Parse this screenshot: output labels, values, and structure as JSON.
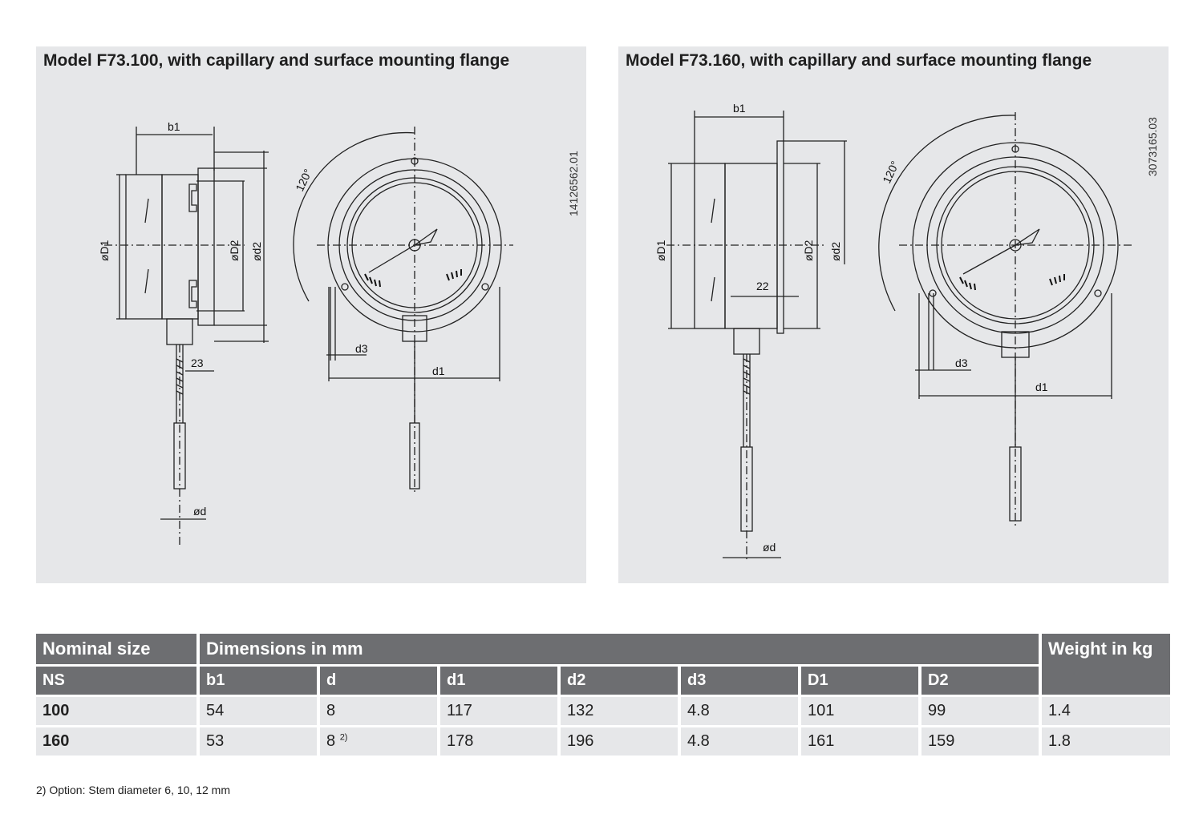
{
  "left_panel": {
    "title": "Model F73.100, with capillary and surface mounting flange",
    "drawing_code": "14126562.01",
    "labels": {
      "b1": "b1",
      "D1": "øD1",
      "D2": "øD2",
      "d2": "ød2",
      "dim_23": "23",
      "d3": "d3",
      "d1": "d1",
      "d": "ød",
      "angle": "120°"
    }
  },
  "right_panel": {
    "title": "Model F73.160, with capillary and surface mounting flange",
    "drawing_code": "3073165.03",
    "labels": {
      "b1": "b1",
      "D1": "øD1",
      "D2": "øD2",
      "d2": "ød2",
      "dim_22": "22",
      "d3": "d3",
      "d1": "d1",
      "d": "ød",
      "angle": "120°"
    }
  },
  "table": {
    "header_nominal": "Nominal size",
    "header_dimensions": "Dimensions in mm",
    "header_weight": "Weight in kg",
    "columns": [
      "NS",
      "b1",
      "d",
      "d1",
      "d2",
      "d3",
      "D1",
      "D2"
    ],
    "rows": [
      {
        "ns": "100",
        "b1": "54",
        "d": "8",
        "d_note": "",
        "d1": "117",
        "d2": "132",
        "d3": "4.8",
        "D1": "101",
        "D2": "99",
        "weight": "1.4"
      },
      {
        "ns": "160",
        "b1": "53",
        "d": "8",
        "d_note": "2)",
        "d1": "178",
        "d2": "196",
        "d3": "4.8",
        "D1": "161",
        "D2": "159",
        "weight": "1.8"
      }
    ]
  },
  "footnote": "2) Option: Stem diameter 6, 10, 12 mm"
}
